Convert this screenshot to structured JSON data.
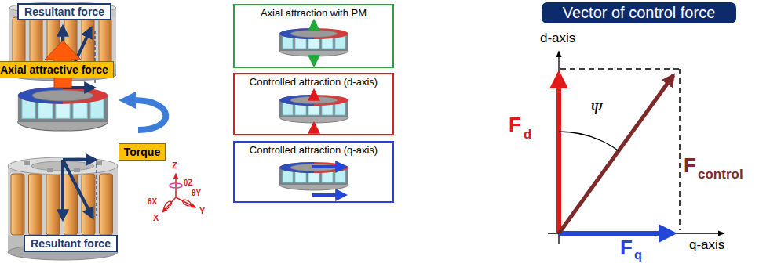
{
  "diagram": {
    "nodes": [
      {
        "text": [
          "Resultant force"
        ]
      },
      {
        "text": [
          "Axial attractive force"
        ]
      },
      {
        "text": [
          "Torque"
        ]
      },
      {
        "text": [
          "Resultant force"
        ]
      },
      {
        "text": [
          "Axial attraction with PM"
        ]
      },
      {
        "text": [
          "Controlled attraction (d-axis)"
        ]
      },
      {
        "text": [
          "Controlled attraction (q-axis)"
        ]
      },
      {
        "text": [
          "Vector of control force"
        ]
      }
    ],
    "labels": [
      "Z",
      "θZ",
      "θX",
      "X",
      "θY",
      "Y",
      "d-axis",
      "q-axis",
      "Ψ",
      "F",
      "d",
      "F",
      "q",
      "F",
      "control"
    ]
  }
}
